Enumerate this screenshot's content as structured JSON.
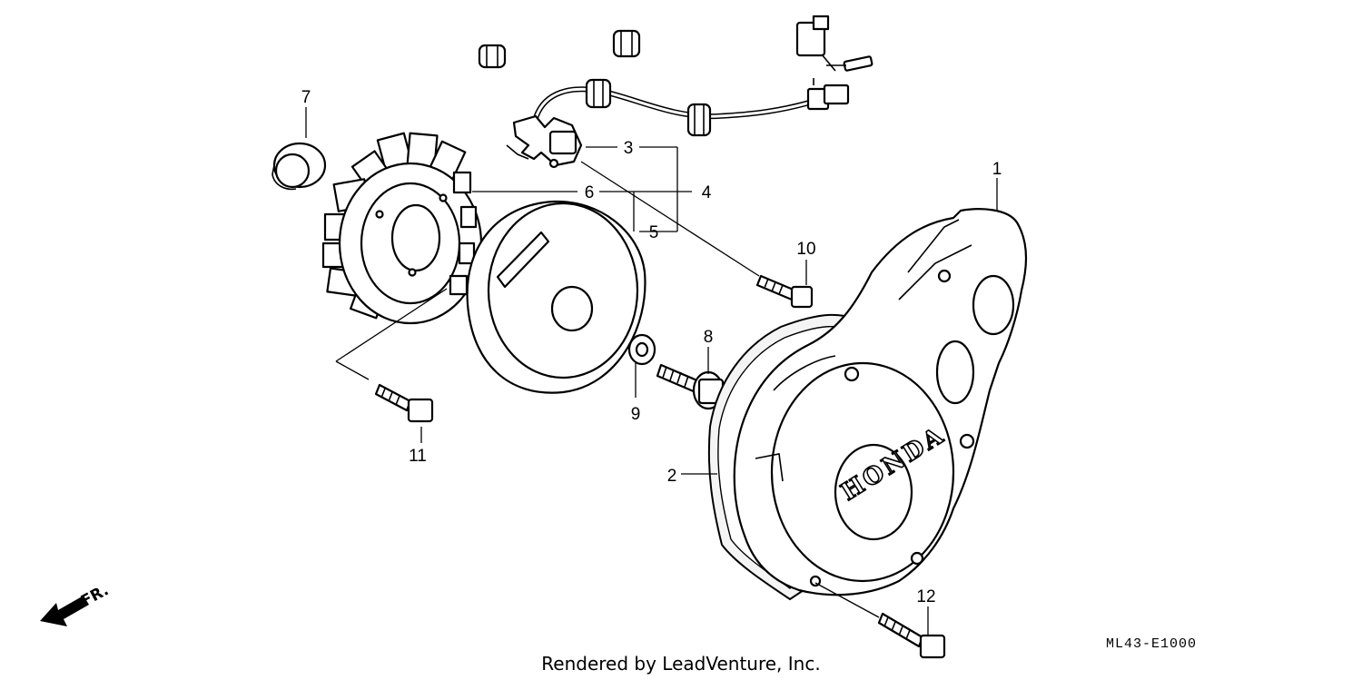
{
  "diagram": {
    "callouts": {
      "p1": "1",
      "p2": "2",
      "p3": "3",
      "p4": "4",
      "p5": "5",
      "p6": "6",
      "p7": "7",
      "p8": "8",
      "p9": "9",
      "p10": "10",
      "p11": "11",
      "p12": "12"
    },
    "brand_text": "HONDA",
    "direction_label": "FR.",
    "diagram_code": "ML43-E1000",
    "credit": "Rendered by LeadVenture, Inc."
  }
}
